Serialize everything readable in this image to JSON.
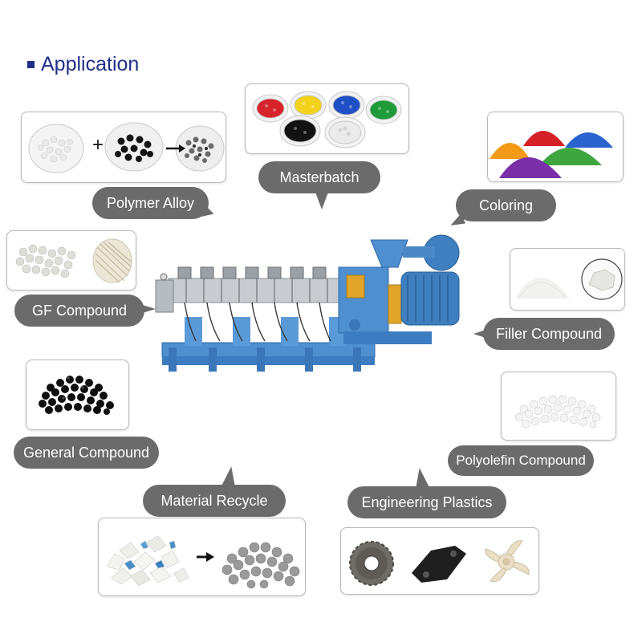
{
  "page": {
    "title": "Application"
  },
  "labels": {
    "polymer_alloy": "Polymer Alloy",
    "masterbatch": "Masterbatch",
    "coloring": "Coloring",
    "gf_compound": "GF Compound",
    "filler_compound": "Filler Compound",
    "general_compound": "General Compound",
    "polyolefin_compound": "Polyolefin Compound",
    "material_recycle": "Material Recycle",
    "engineering_plastics": "Engineering Plastics"
  },
  "symbols": {
    "plus": "+"
  },
  "colors": {
    "title": "#1f2f86",
    "bubble": "#6b6b6b",
    "machine": "#4f8fcf",
    "motor": "#3f7fc0",
    "gearbox_accent": "#e0a52a"
  },
  "icons": [
    "pellet-dish-icon",
    "arrow-right-icon",
    "pigment-pile-icon",
    "gear-icon",
    "bracket-icon",
    "impeller-icon",
    "extruder-machine-icon"
  ]
}
